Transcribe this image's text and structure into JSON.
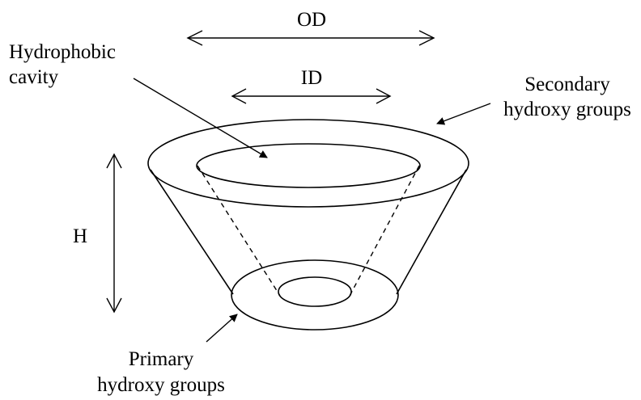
{
  "labels": {
    "od": "OD",
    "id": "ID",
    "height": "H",
    "cavity_line1": "Hydrophobic",
    "cavity_line2": "cavity",
    "secondary_line1": "Secondary",
    "secondary_line2": "hydroxy groups",
    "primary_line1": "Primary",
    "primary_line2": "hydroxy groups"
  }
}
